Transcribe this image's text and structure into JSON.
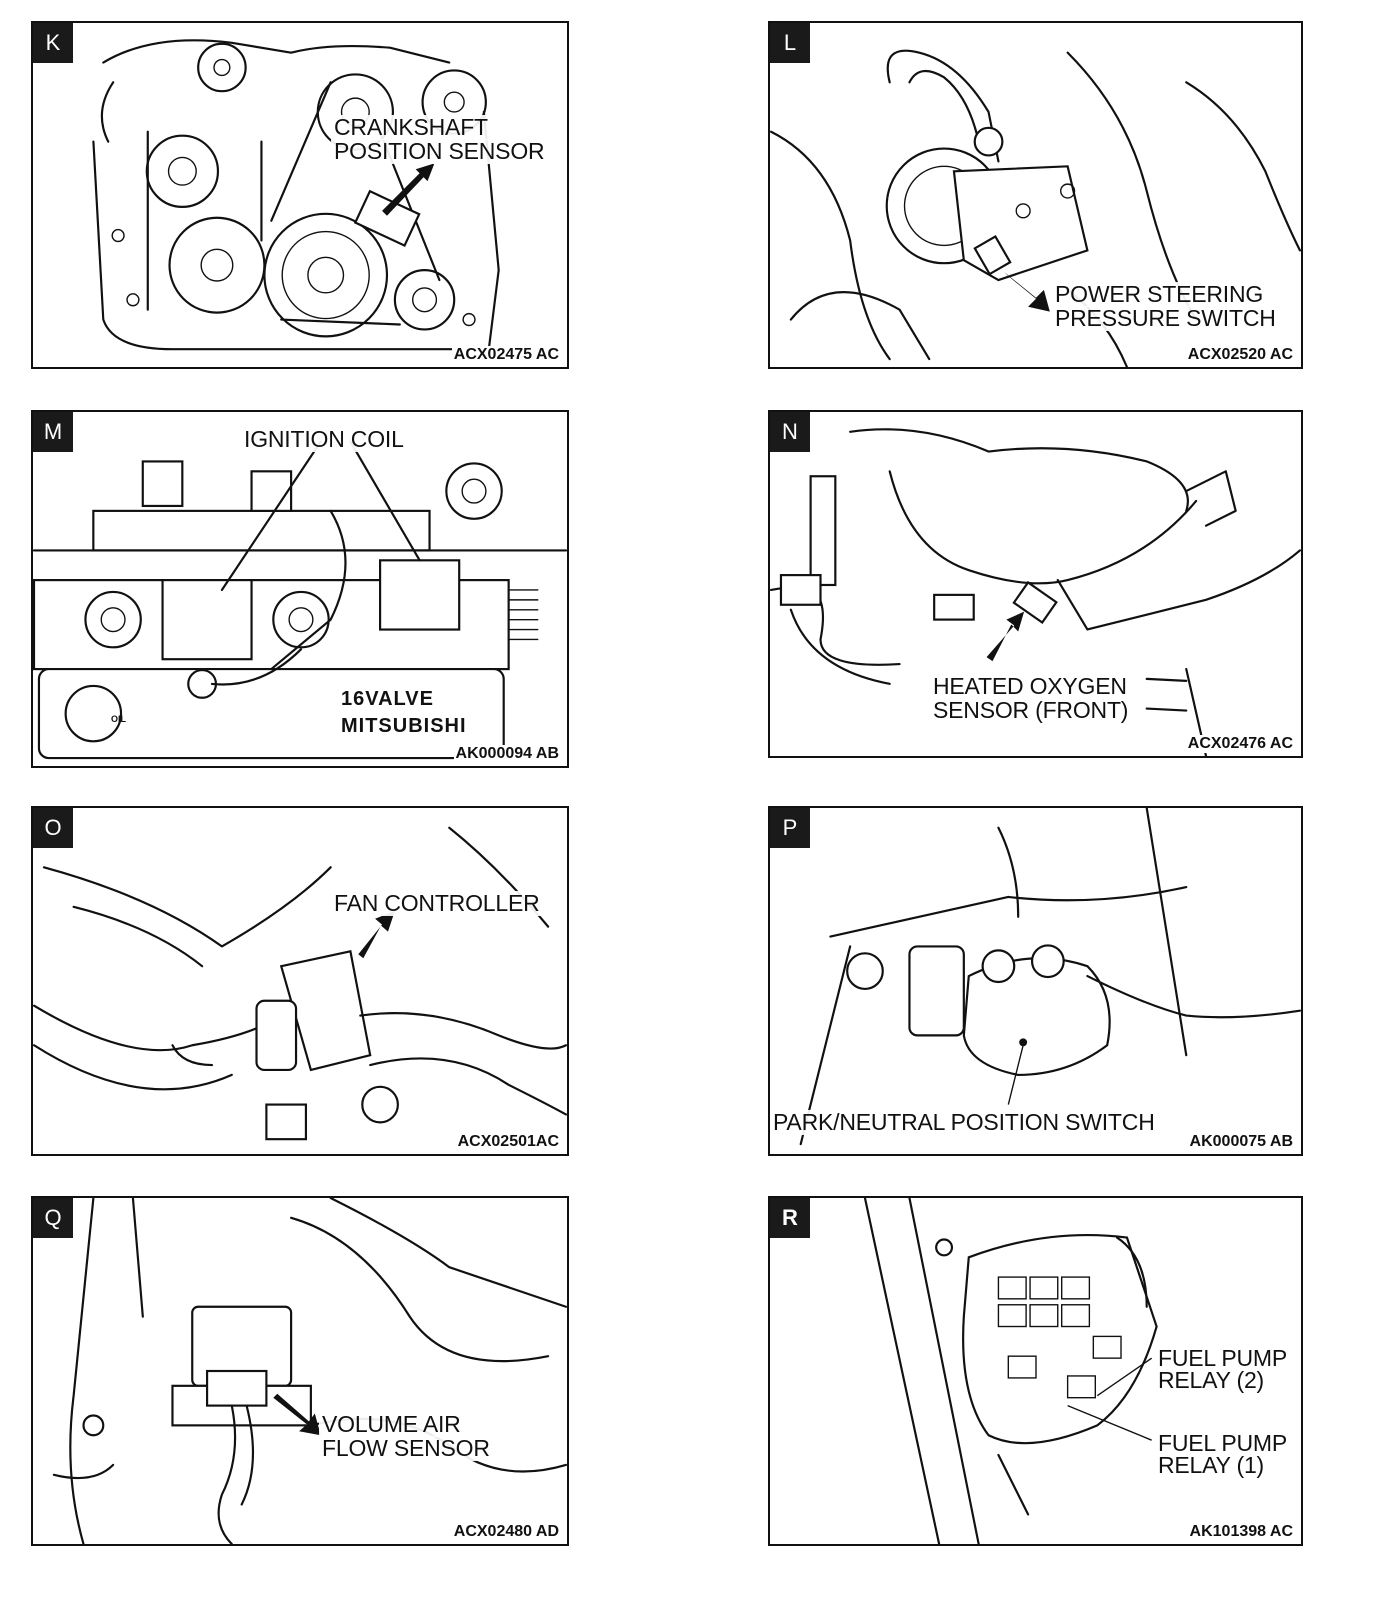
{
  "panels": [
    {
      "letter": "K",
      "labels": [
        "CRANKSHAFT",
        "POSITION SENSOR"
      ],
      "code": "ACX02475 AC"
    },
    {
      "letter": "L",
      "labels": [
        "POWER STEERING",
        "PRESSURE SWITCH"
      ],
      "code": "ACX02520 AC"
    },
    {
      "letter": "M",
      "labels": [
        "IGNITION COIL"
      ],
      "code": "AK000094 AB",
      "brand": [
        "16VALVE",
        "MITSUBISHI"
      ],
      "cap_text": "OIL"
    },
    {
      "letter": "N",
      "labels": [
        "HEATED OXYGEN",
        "SENSOR (FRONT)"
      ],
      "code": "ACX02476 AC"
    },
    {
      "letter": "O",
      "labels": [
        "FAN CONTROLLER"
      ],
      "code": "ACX02501AC"
    },
    {
      "letter": "P",
      "labels": [
        "PARK/NEUTRAL POSITION SWITCH"
      ],
      "code": "AK000075 AB"
    },
    {
      "letter": "Q",
      "labels": [
        "VOLUME AIR",
        "FLOW SENSOR"
      ],
      "code": "ACX02480 AD"
    },
    {
      "letter": "R",
      "labels": [
        "FUEL PUMP",
        "RELAY (2)",
        "FUEL PUMP",
        "RELAY (1)"
      ],
      "code": "AK101398 AC"
    }
  ]
}
